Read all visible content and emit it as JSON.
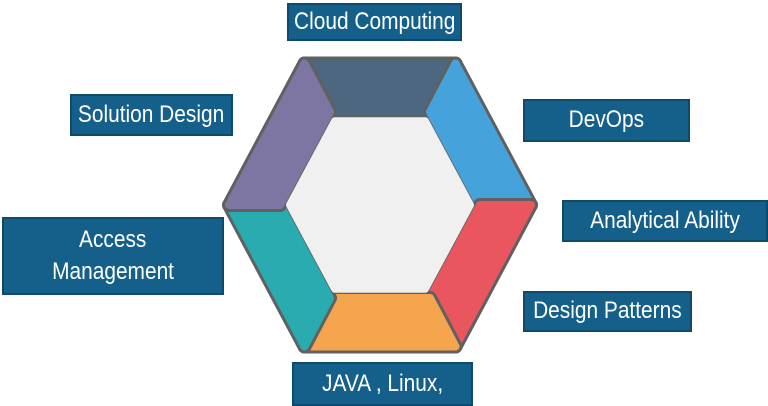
{
  "labels": {
    "cloud_computing": "Cloud Computing",
    "solution_design": "Solution Design",
    "devops": "DevOps",
    "analytical_ability": "Analytical Ability",
    "design_patterns": "Design Patterns",
    "java_linux": "JAVA , Linux,",
    "access_line1": "Access",
    "access_line2": "Management"
  },
  "style": {
    "background": "#ffffff",
    "label_bg": "#15608a",
    "label_border": "#0d4a6b",
    "label_text": "#ffffff"
  },
  "hexagon": {
    "outline_color": "#606060",
    "center_color": "#f0f0f1",
    "segments": [
      {
        "name": "top-slate",
        "color": "#4d6781"
      },
      {
        "name": "top-right-blue",
        "color": "#45a2db"
      },
      {
        "name": "bottom-right-red",
        "color": "#e9565f"
      },
      {
        "name": "bottom-orange",
        "color": "#f5a54d"
      },
      {
        "name": "bottom-left-teal",
        "color": "#29abb0"
      },
      {
        "name": "top-left-purple",
        "color": "#7d76a2"
      }
    ]
  }
}
